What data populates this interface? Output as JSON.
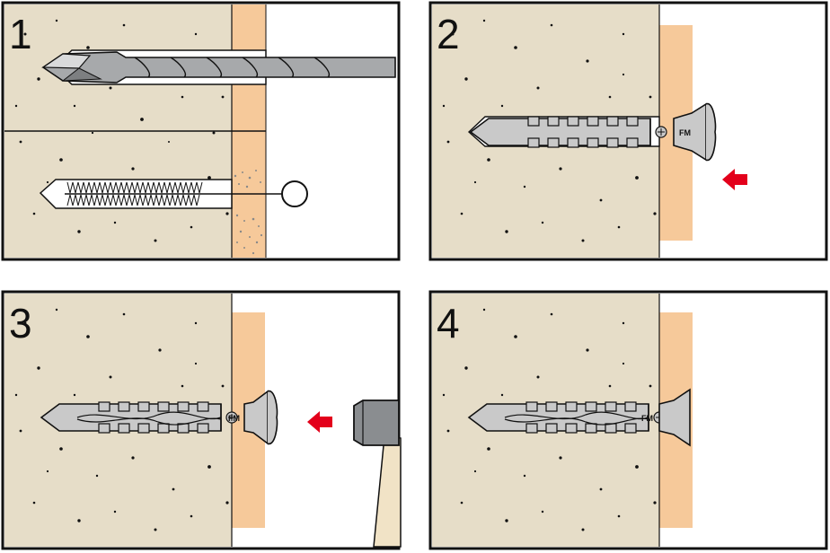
{
  "steps": [
    {
      "number": "1",
      "action": "drill and clean hole"
    },
    {
      "number": "2",
      "action": "insert anchor"
    },
    {
      "number": "3",
      "action": "hammer anchor flush"
    },
    {
      "number": "4",
      "action": "anchor set"
    }
  ],
  "logo_text": "FM",
  "colors": {
    "wall": "#e6ddc8",
    "plaster": "#f6c99a",
    "anchor": "#c9c9c9",
    "drill": "#a7a9ab",
    "arrow": "#e3001b",
    "outline": "#111111",
    "hammer_head": "#8a8d90",
    "handle": "#f1e3c6"
  }
}
